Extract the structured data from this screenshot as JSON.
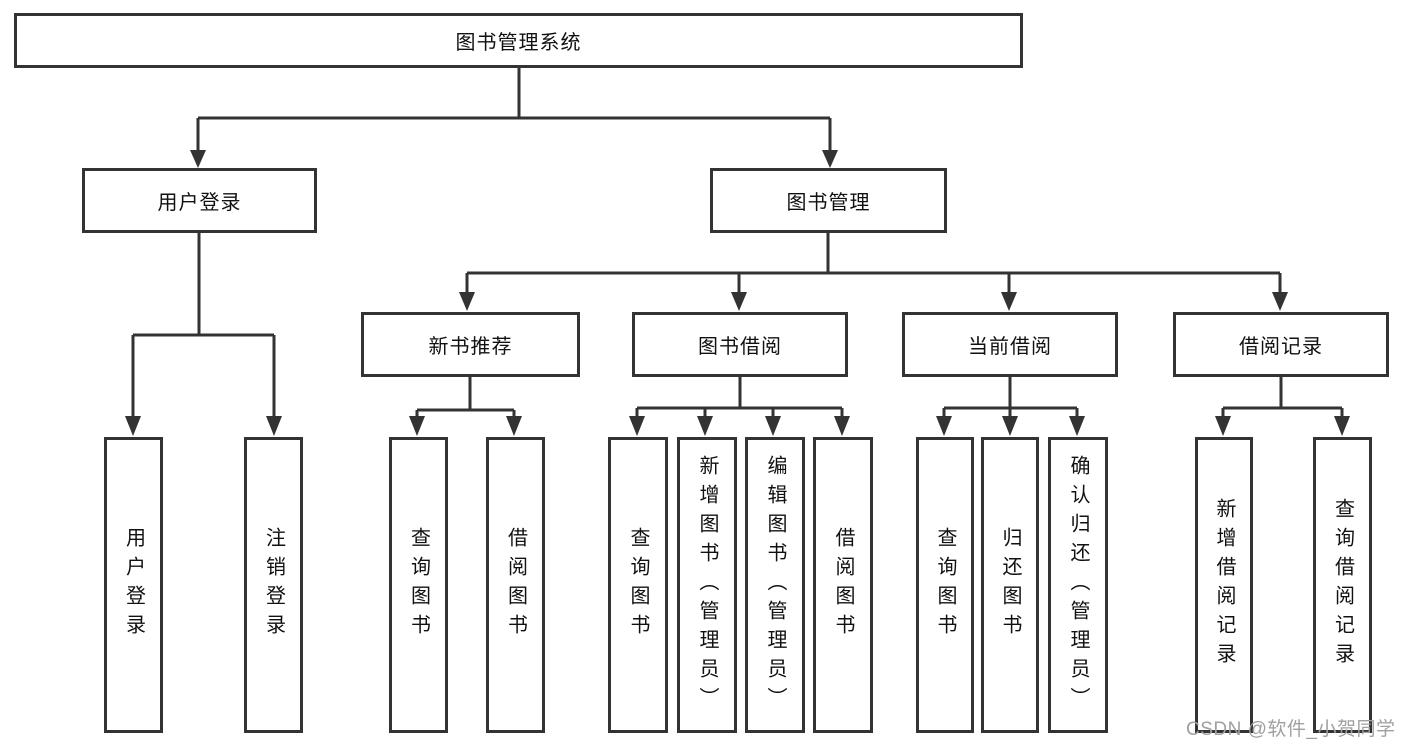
{
  "diagram": {
    "root": {
      "label": "图书管理系统"
    },
    "level2": [
      {
        "key": "user_login",
        "label": "用户登录"
      },
      {
        "key": "book_management",
        "label": "图书管理"
      }
    ],
    "level3": [
      {
        "key": "new_book_recommend",
        "label": "新书推荐"
      },
      {
        "key": "book_borrowing",
        "label": "图书借阅"
      },
      {
        "key": "current_borrowing",
        "label": "当前借阅"
      },
      {
        "key": "borrowing_records",
        "label": "借阅记录"
      }
    ],
    "leaves": [
      {
        "group": "user_login",
        "label": "用户登录"
      },
      {
        "group": "user_login",
        "label": "注销登录"
      },
      {
        "group": "new_book_recommend",
        "label": "查询图书"
      },
      {
        "group": "new_book_recommend",
        "label": "借阅图书"
      },
      {
        "group": "book_borrowing",
        "label": "查询图书"
      },
      {
        "group": "book_borrowing",
        "label": "新增图书（管理员）"
      },
      {
        "group": "book_borrowing",
        "label": "编辑图书（管理员）"
      },
      {
        "group": "book_borrowing",
        "label": "借阅图书"
      },
      {
        "group": "current_borrowing",
        "label": "查询图书"
      },
      {
        "group": "current_borrowing",
        "label": "归还图书"
      },
      {
        "group": "current_borrowing",
        "label": "确认归还（管理员）"
      },
      {
        "group": "borrowing_records",
        "label": "新增借阅记录"
      },
      {
        "group": "borrowing_records",
        "label": "查询借阅记录"
      }
    ]
  },
  "watermark": {
    "text": "CSDN @软件_小贺同学"
  },
  "colors": {
    "line": "#333333",
    "text": "#111111",
    "background": "#ffffff",
    "watermark": "#a0a0a0"
  }
}
